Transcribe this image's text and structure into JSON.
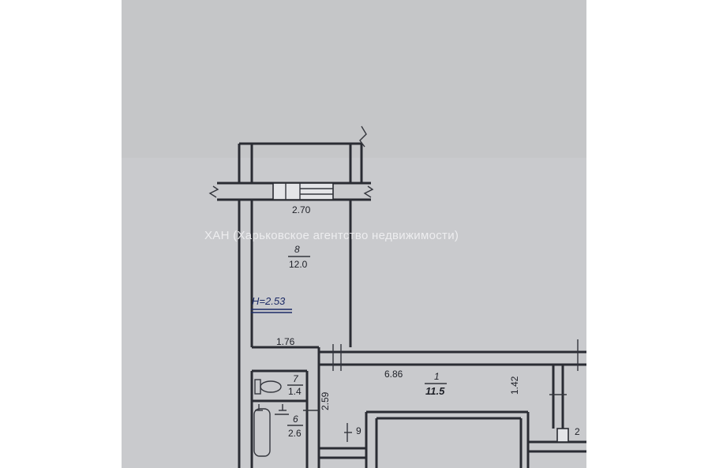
{
  "watermark": "ХАН (Харьковское агентство недвижимости)",
  "ceiling_height": "H=2.53",
  "rooms": [
    {
      "number": "8",
      "area": "12.0"
    },
    {
      "number": "1",
      "area": "11.5"
    },
    {
      "number": "7",
      "area": "1.4"
    },
    {
      "number": "6",
      "area": "2.6"
    }
  ],
  "dimensions": [
    "2.70",
    "1.76",
    "6.86",
    "1.42",
    "2.59",
    "9",
    "2"
  ],
  "colors": {
    "paper": "#c9cacd",
    "ink": "#2a2c33",
    "height_mark": "#1c2a66"
  }
}
